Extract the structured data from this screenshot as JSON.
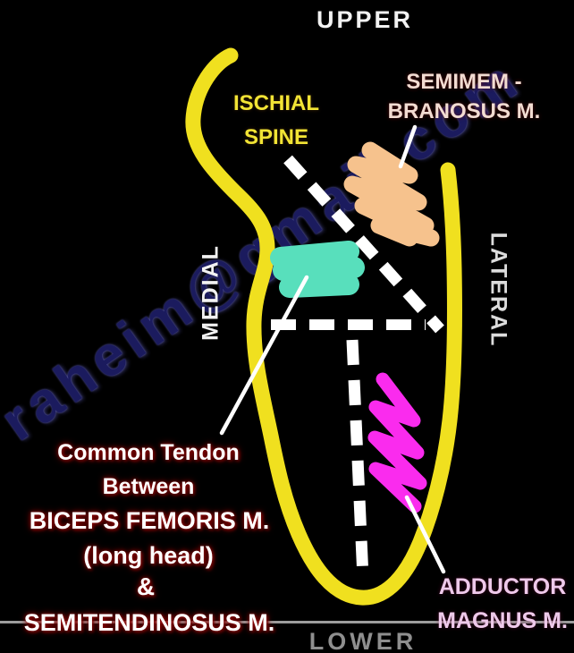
{
  "diagram": {
    "orientation_labels": {
      "top": "UPPER",
      "bottom": "LOWER",
      "left": "MEDIAL",
      "right": "LATERAL"
    },
    "annotations": {
      "ischial_spine": {
        "lines": [
          "ISCHIAL",
          "SPINE"
        ]
      },
      "semimembranosus": {
        "lines": [
          "SEMIMEM -",
          "BRANOSUS M."
        ]
      },
      "common_tendon": {
        "lines": [
          "Common Tendon",
          "Between",
          "BICEPS FEMORIS M.",
          "(long head)",
          "&",
          "SEMITENDINOSUS M."
        ]
      },
      "adductor_magnus": {
        "lines": [
          "ADDUCTOR",
          "MAGNUS M."
        ]
      }
    },
    "watermark": "raheim@gmail.com",
    "colors": {
      "background": "#000000",
      "outline_yellow": "#F0E01F",
      "semimembranosus_fill": "#F6C28D",
      "common_tendon_fill": "#58DFBC",
      "adductor_fill": "#FA2BEE",
      "ischial_label_yellow": "#F2E435",
      "semimem_label_pink": "#F2DCD2",
      "adductor_label_pink": "#EEC9EA",
      "orientation_white": "#F2F2F2",
      "lower_gray": "#8F8F8F",
      "divider_gray": "#9C9C9C",
      "watermark_blue": "#1B1B5E",
      "dashed_white": "#FFFFFF",
      "tendon_text_white": "#FFFFFF"
    }
  }
}
